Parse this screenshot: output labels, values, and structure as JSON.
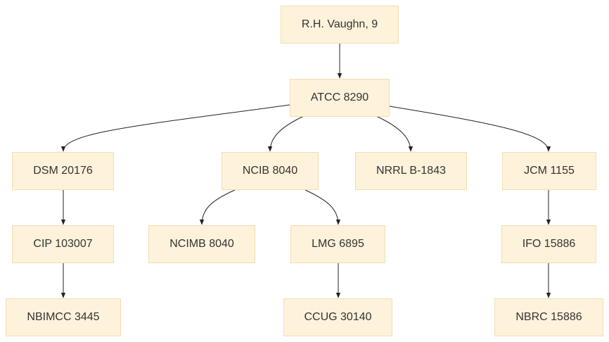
{
  "diagram": {
    "nodes": {
      "root": "R.H. Vaughn, 9",
      "atcc": "ATCC 8290",
      "dsm": "DSM 20176",
      "ncib": "NCIB 8040",
      "nrrl": "NRRL B-1843",
      "jcm": "JCM 1155",
      "cip": "CIP 103007",
      "ncimb": "NCIMB 8040",
      "lmg": "LMG 6895",
      "ifo": "IFO 15886",
      "nbimcc": "NBIMCC 3445",
      "ccug": "CCUG 30140",
      "nbrc": "NBRC 15886"
    },
    "edges": [
      [
        "root",
        "atcc"
      ],
      [
        "atcc",
        "dsm"
      ],
      [
        "atcc",
        "ncib"
      ],
      [
        "atcc",
        "nrrl"
      ],
      [
        "atcc",
        "jcm"
      ],
      [
        "dsm",
        "cip"
      ],
      [
        "cip",
        "nbimcc"
      ],
      [
        "ncib",
        "ncimb"
      ],
      [
        "ncib",
        "lmg"
      ],
      [
        "lmg",
        "ccug"
      ],
      [
        "jcm",
        "ifo"
      ],
      [
        "ifo",
        "nbrc"
      ]
    ]
  }
}
